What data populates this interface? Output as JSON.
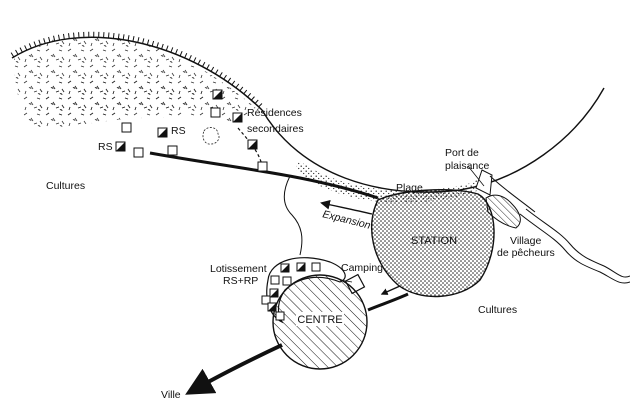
{
  "labels": {
    "residences_line1": "Résidences",
    "residences_line2": "secondaires",
    "rs_upper": "RS",
    "rs_left": "RS",
    "cultures_left": "Cultures",
    "cultures_right": "Cultures",
    "port_line1": "Port de",
    "port_line2": "plaisance",
    "plage": "Plage",
    "expansion": "Expansion",
    "station": "STATION",
    "village_line1": "Village",
    "village_line2": "de pêcheurs",
    "lotissement_line1": "Lotissement",
    "lotissement_line2": "RS+RP",
    "camping": "Camping",
    "centre": "CENTRE",
    "ville": "Ville"
  },
  "colors": {
    "ink": "#111111",
    "paper": "#ffffff"
  }
}
